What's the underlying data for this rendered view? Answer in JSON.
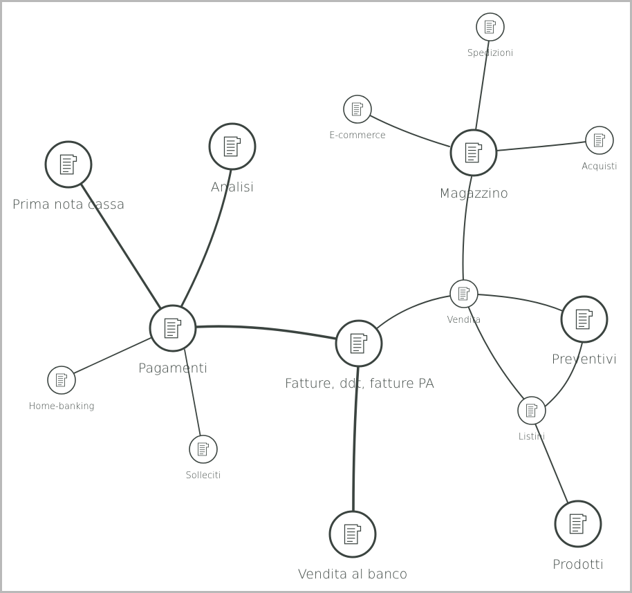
{
  "diagram": {
    "nodes": [
      {
        "id": "prima-nota-cassa",
        "label": "Prima nota cassa",
        "size": "large"
      },
      {
        "id": "analisi",
        "label": "Analisi",
        "size": "large"
      },
      {
        "id": "pagamenti",
        "label": "Pagamenti",
        "size": "large"
      },
      {
        "id": "home-banking",
        "label": "Home-banking",
        "size": "small"
      },
      {
        "id": "solleciti",
        "label": "Solleciti",
        "size": "small"
      },
      {
        "id": "fatture",
        "label": "Fatture, ddt, fatture PA",
        "size": "large"
      },
      {
        "id": "vendita-al-banco",
        "label": "Vendita al banco",
        "size": "large"
      },
      {
        "id": "vendita",
        "label": "Vendita",
        "size": "small"
      },
      {
        "id": "magazzino",
        "label": "Magazzino",
        "size": "large"
      },
      {
        "id": "spedizioni",
        "label": "Spedizioni",
        "size": "small"
      },
      {
        "id": "e-commerce",
        "label": "E-commerce",
        "size": "small"
      },
      {
        "id": "acquisti",
        "label": "Acquisti",
        "size": "small"
      },
      {
        "id": "preventivi",
        "label": "Preventivi",
        "size": "large"
      },
      {
        "id": "listini",
        "label": "Listini",
        "size": "small"
      },
      {
        "id": "prodotti",
        "label": "Prodotti",
        "size": "large"
      }
    ],
    "icon": "document-icon"
  }
}
